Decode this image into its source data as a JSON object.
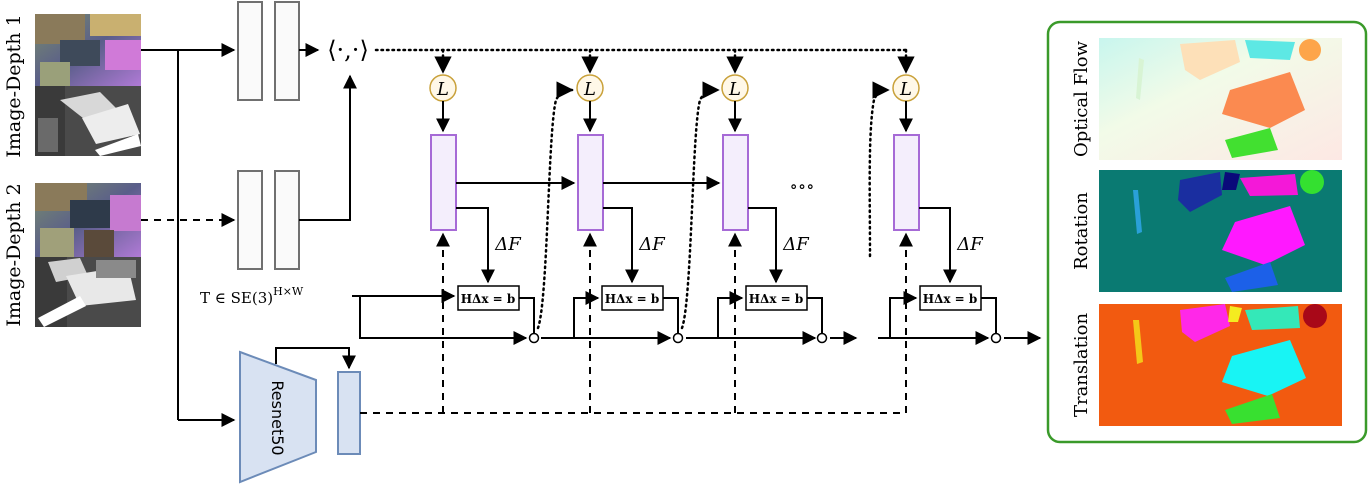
{
  "inputs": {
    "image1_label": "Image-Depth 1",
    "image2_label": "Image-Depth 2"
  },
  "encoder": {
    "label": "Resnet50"
  },
  "correlation": {
    "label": "⟨·,·⟩"
  },
  "lookup": {
    "label": "L"
  },
  "update": {
    "delta_label": "ΔF",
    "solver_label": "HΔx = b",
    "ellipsis": "∘∘∘"
  },
  "transform": {
    "label_main": "T ∈ SE(3)",
    "label_sup": "H×W"
  },
  "outputs": {
    "flow_label": "Optical Flow",
    "rotation_label": "Rotation",
    "translation_label": "Translation",
    "frame_color": "#3a9a2a"
  },
  "colors": {
    "gru_fill": "#f4eefc",
    "gru_stroke": "#a66ad6",
    "lookup_fill": "#fff8e8",
    "lookup_stroke": "#c9a13a",
    "encoder_fill": "#d8e2f2",
    "encoder_stroke": "#6c8bb8"
  }
}
